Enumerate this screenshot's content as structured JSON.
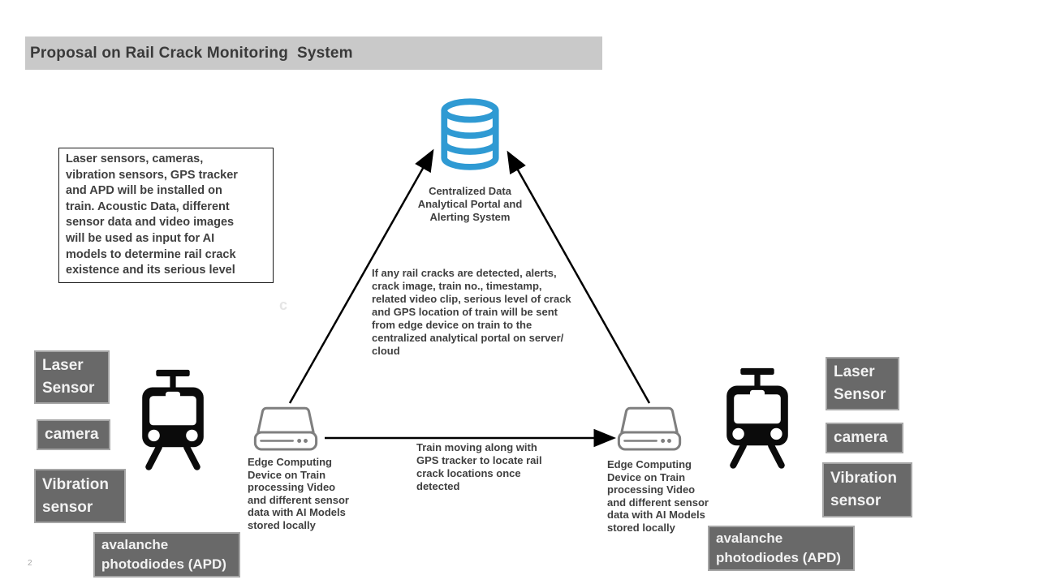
{
  "slide": {
    "title": "Proposal on Rail Crack Monitoring  System",
    "page_number": "2",
    "watermark_letter": "c"
  },
  "colors": {
    "title_bar_bg": "#c9c9c9",
    "database_blue": "#2f9ad3",
    "tag_bg": "#696969",
    "tag_border": "#a6a6a6",
    "tag_text": "#f2f2f2",
    "note_text": "#3f3f3f",
    "device_gray": "#7f7f7f",
    "arrow": "#000000"
  },
  "database": {
    "icon": "database-icon",
    "label": "Centralized Data\nAnalytical Portal and\nAlerting System"
  },
  "notes": {
    "install_note": "Laser sensors, cameras,\nvibration sensors, GPS tracker\nand APD will be installed on\ntrain. Acoustic Data, different\nsensor data and video images\nwill be used as input for AI\nmodels to determine rail crack\nexistence and its serious level",
    "alert_note": "If any rail cracks are detected, alerts,\ncrack image, train no., timestamp,\nrelated video clip, serious level of crack\nand GPS location of train will be sent\nfrom edge device on train to the\ncentralized analytical portal on server/\ncloud",
    "train_moving_note": "Train moving along with\nGPS tracker to locate rail\ncrack locations once\ndetected"
  },
  "edge_devices": {
    "left_label": "Edge Computing\nDevice on Train\nprocessing Video\nand different sensor\ndata with AI Models\nstored locally",
    "right_label": "Edge Computing\nDevice on Train\nprocessing Video\nand different sensor\ndata with AI Models\nstored locally"
  },
  "sensor_tags": {
    "left": {
      "laser": "Laser\nSensor",
      "camera": "camera",
      "vibration": "Vibration\nsensor",
      "apd": "avalanche\nphotodiodes (APD)"
    },
    "right": {
      "laser": "Laser\nSensor",
      "camera": "camera",
      "vibration": "Vibration\nsensor",
      "apd": "avalanche\nphotodiodes (APD)"
    }
  }
}
